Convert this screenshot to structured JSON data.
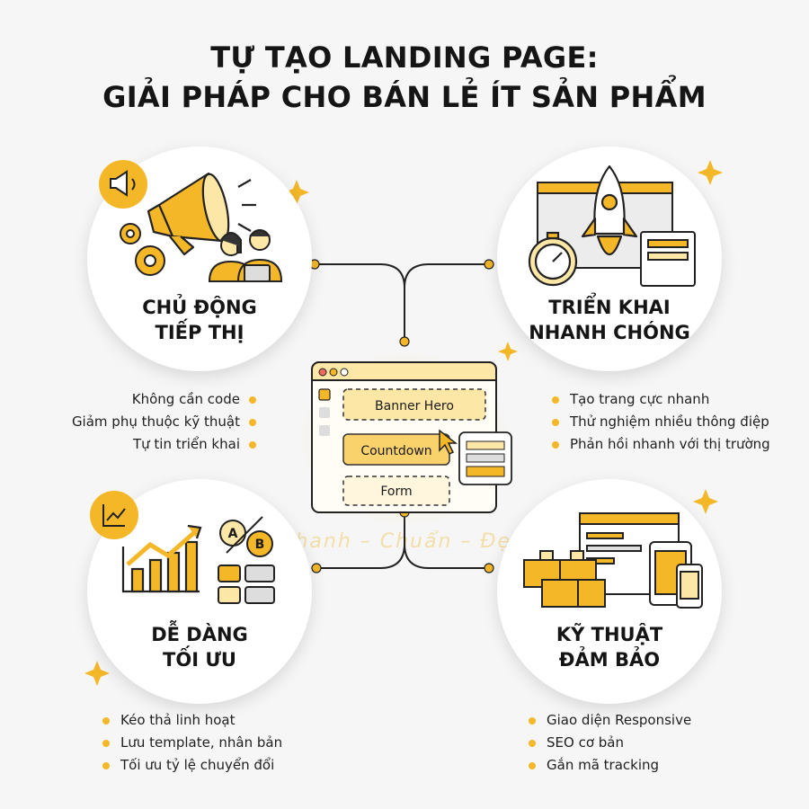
{
  "title": {
    "line1": "TỰ TẠO LANDING PAGE:",
    "line2": "GIẢI PHÁP CHO BÁN LẺ ÍT SẢN PHẨM"
  },
  "sections": {
    "top_left": {
      "title_line1": "CHỦ ĐỘNG",
      "title_line2": "TIẾP THỊ",
      "bullets": [
        "Không cần code",
        "Giảm phụ thuộc kỹ thuật",
        "Tự tin triển khai"
      ]
    },
    "top_right": {
      "title_line1": "TRIỂN KHAI",
      "title_line2": "NHANH CHÓNG",
      "bullets": [
        "Tạo trang cực nhanh",
        "Thử nghiệm nhiều thông điệp",
        "Phản hồi nhanh với thị trường"
      ]
    },
    "bottom_left": {
      "title_line1": "DỄ DÀNG",
      "title_line2": "TỐI ƯU",
      "ab_labels": [
        "A",
        "B"
      ],
      "bullets": [
        "Kéo thả linh hoạt",
        "Lưu template, nhân bản",
        "Tối ưu tỷ lệ chuyển đổi"
      ]
    },
    "bottom_right": {
      "title_line1": "KỸ THUẬT",
      "title_line2": "ĐẢM BẢO",
      "bullets": [
        "Giao diện Responsive",
        "SEO cơ bản",
        "Gắn mã tracking"
      ]
    }
  },
  "center_window": {
    "blocks": [
      "Banner Hero",
      "Countdown",
      "Form"
    ]
  },
  "watermark": "Nhanh – Chuẩn – Đẹp",
  "colors": {
    "accent": "#f4b728",
    "accent_light": "#fde7a6",
    "dark": "#1a1a1a",
    "background": "#f6f6f7"
  }
}
